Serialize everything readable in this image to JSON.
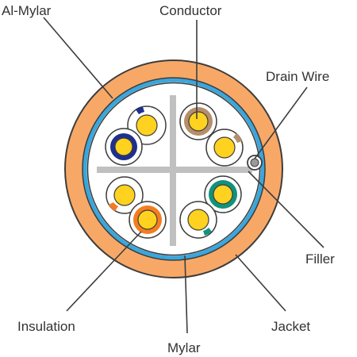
{
  "labels": {
    "al_mylar": "Al-Mylar",
    "conductor": "Conductor",
    "drain_wire": "Drain Wire",
    "filler": "Filler",
    "insulation": "Insulation",
    "jacket": "Jacket",
    "mylar": "Mylar"
  },
  "colors": {
    "jacket": "#f8a866",
    "foil_shield": "#3aa6dc",
    "filler": "#c0c0c0",
    "conductor": "#ffd21f",
    "insulation_white": "#ffffff",
    "pair_blue": "#1f2f8e",
    "pair_orange": "#f47c20",
    "pair_green": "#12927a",
    "pair_brown": "#b58e6a",
    "outline": "#3d3d3d"
  },
  "pairs": [
    {
      "name": "blue",
      "solid_color": "#1f2f8e",
      "stripe_color": "#1f2f8e"
    },
    {
      "name": "brown",
      "solid_color": "#b58e6a",
      "stripe_color": "#b58e6a"
    },
    {
      "name": "orange",
      "solid_color": "#f47c20",
      "stripe_color": "#f47c20"
    },
    {
      "name": "green",
      "solid_color": "#12927a",
      "stripe_color": "#12927a"
    }
  ]
}
